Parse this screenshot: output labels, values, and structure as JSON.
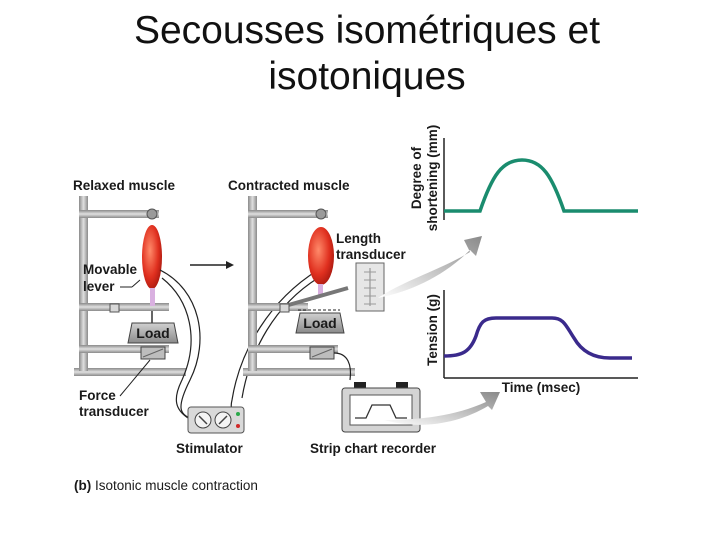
{
  "title_line1": "Secousses isométriques et",
  "title_line2": "isotoniques",
  "diagram": {
    "relaxed_muscle": "Relaxed muscle",
    "contracted_muscle": "Contracted muscle",
    "movable_lever_1": "Movable",
    "movable_lever_2": "lever",
    "length_transducer_1": "Length",
    "length_transducer_2": "transducer",
    "load_left": "Load",
    "load_right": "Load",
    "force_transducer_1": "Force",
    "force_transducer_2": "transducer",
    "stimulator": "Stimulator",
    "strip_chart_recorder": "Strip chart recorder",
    "caption_prefix": "(b)",
    "caption_text": "Isotonic muscle contraction"
  },
  "graphs": {
    "shortening_ylabel_1": "Degree of",
    "shortening_ylabel_2": "shortening (mm)",
    "tension_ylabel": "Tension (g)",
    "time_xlabel": "Time (msec)",
    "shortening_color": "#1a8c6e",
    "tension_color": "#3a2a8c"
  }
}
